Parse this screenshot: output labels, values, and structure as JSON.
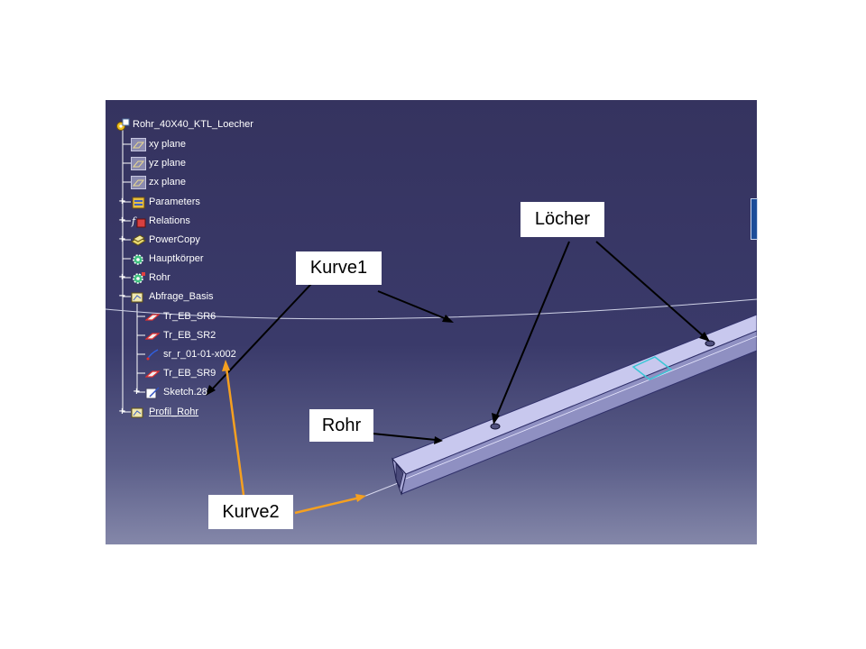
{
  "tree": {
    "root": "Rohr_40X40_KTL_Loecher",
    "items": [
      {
        "label": "xy plane",
        "icon": "plane-icon"
      },
      {
        "label": "yz plane",
        "icon": "plane-icon"
      },
      {
        "label": "zx plane",
        "icon": "plane-icon"
      },
      {
        "label": "Parameters",
        "icon": "parameters-icon"
      },
      {
        "label": "Relations",
        "icon": "relations-icon"
      },
      {
        "label": "PowerCopy",
        "icon": "powercopy-icon"
      },
      {
        "label": "Hauptkörper",
        "icon": "body-icon"
      },
      {
        "label": "Rohr",
        "icon": "body-icon"
      },
      {
        "label": "Abfrage_Basis",
        "icon": "geometrical-set-icon"
      },
      {
        "label": "Tr_EB_SR6",
        "icon": "surface-icon"
      },
      {
        "label": "Tr_EB_SR2",
        "icon": "surface-icon"
      },
      {
        "label": "sr_r_01-01-x002",
        "icon": "curve-icon"
      },
      {
        "label": "Tr_EB_SR9",
        "icon": "surface-icon"
      },
      {
        "label": "Sketch.28",
        "icon": "sketch-icon"
      },
      {
        "label": "Profil_Rohr",
        "icon": "geometrical-set-icon"
      }
    ]
  },
  "callouts": {
    "kurve1": "Kurve1",
    "kurve2": "Kurve2",
    "rohr": "Rohr",
    "loecher": "Löcher"
  },
  "colors": {
    "viewport_top": "#35335f",
    "viewport_bottom": "#8487a9",
    "arrow_black": "#000000",
    "arrow_orange": "#f5a020",
    "tube_top": "#c6c6ec",
    "tube_side": "#8e8ec0",
    "highlight": "#39c7d6"
  }
}
